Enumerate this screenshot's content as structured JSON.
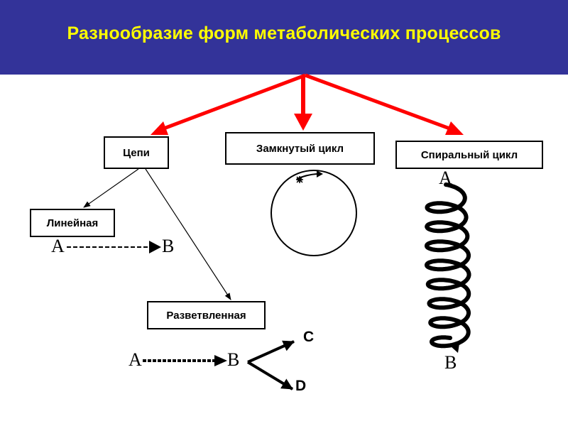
{
  "header": {
    "title": "Разнообразие форм метаболических процессов",
    "background_color": "#333399",
    "title_color": "#ffff00"
  },
  "nodes": {
    "chains": "Цепи",
    "closed_cycle": "Замкнутый цикл",
    "spiral_cycle": "Спиральный цикл",
    "linear": "Линейная",
    "branched": "Разветвленная"
  },
  "linear_example": {
    "from": "A",
    "to": "B"
  },
  "branched_example": {
    "from": "A",
    "middle": "B",
    "branch_1": "C",
    "branch_2": "D"
  },
  "spiral_example": {
    "start": "A",
    "end": "B"
  },
  "colors": {
    "arrow_red": "#ff0000",
    "line_black": "#000000"
  }
}
